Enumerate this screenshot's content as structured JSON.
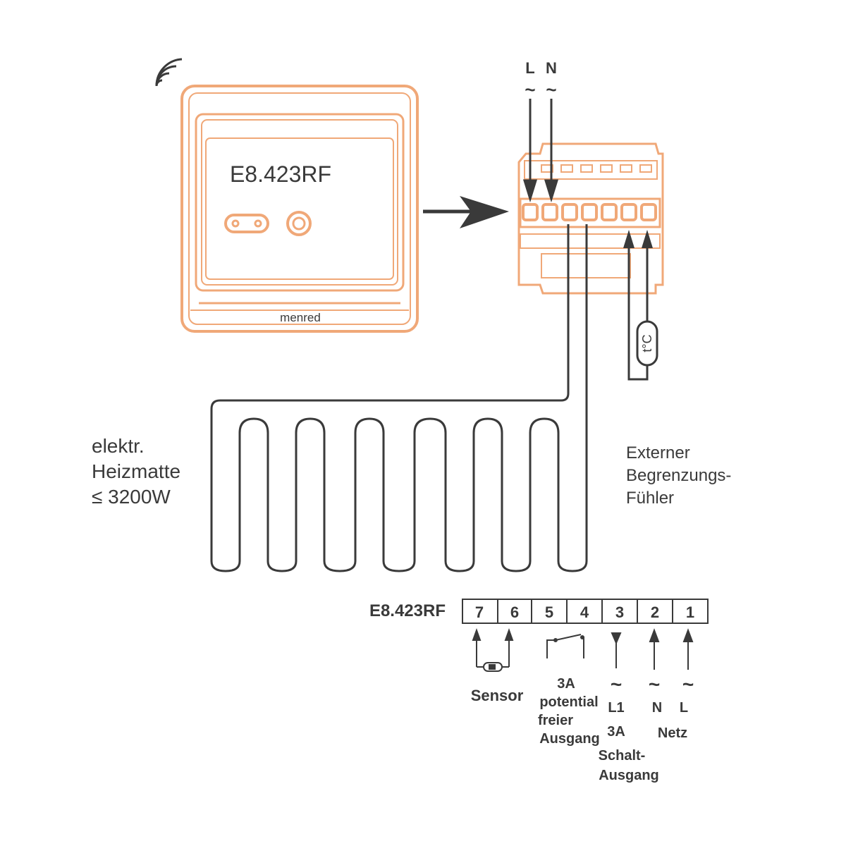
{
  "thermostat": {
    "model": "E8.423RF",
    "brand": "menred"
  },
  "terminal_block_top": {
    "inputs": [
      "L",
      "N"
    ],
    "ac_symbol": "~"
  },
  "heating_mat": {
    "line1": "elektr.",
    "line2": "Heizmatte",
    "line3": "≤ 3200W"
  },
  "sensor_external": {
    "symbol": "t°C",
    "line1": "Externer",
    "line2": "Begrenzungs-",
    "line3": "Fühler"
  },
  "wiring_table": {
    "model": "E8.423RF",
    "terminals": [
      "7",
      "6",
      "5",
      "4",
      "3",
      "2",
      "1"
    ],
    "sensor_label": "Sensor",
    "relay_lines": [
      "3A",
      "potential",
      "freier",
      "Ausgang"
    ],
    "l1_lines": [
      "L1",
      "3A",
      "Schalt-",
      "Ausgang"
    ],
    "n_label": "N",
    "l_label": "L",
    "netz_label": "Netz",
    "ac_symbol": "~"
  },
  "colors": {
    "device_outline": "#f0a878",
    "wire": "#3a3a3a",
    "text": "#3a3a3a"
  }
}
